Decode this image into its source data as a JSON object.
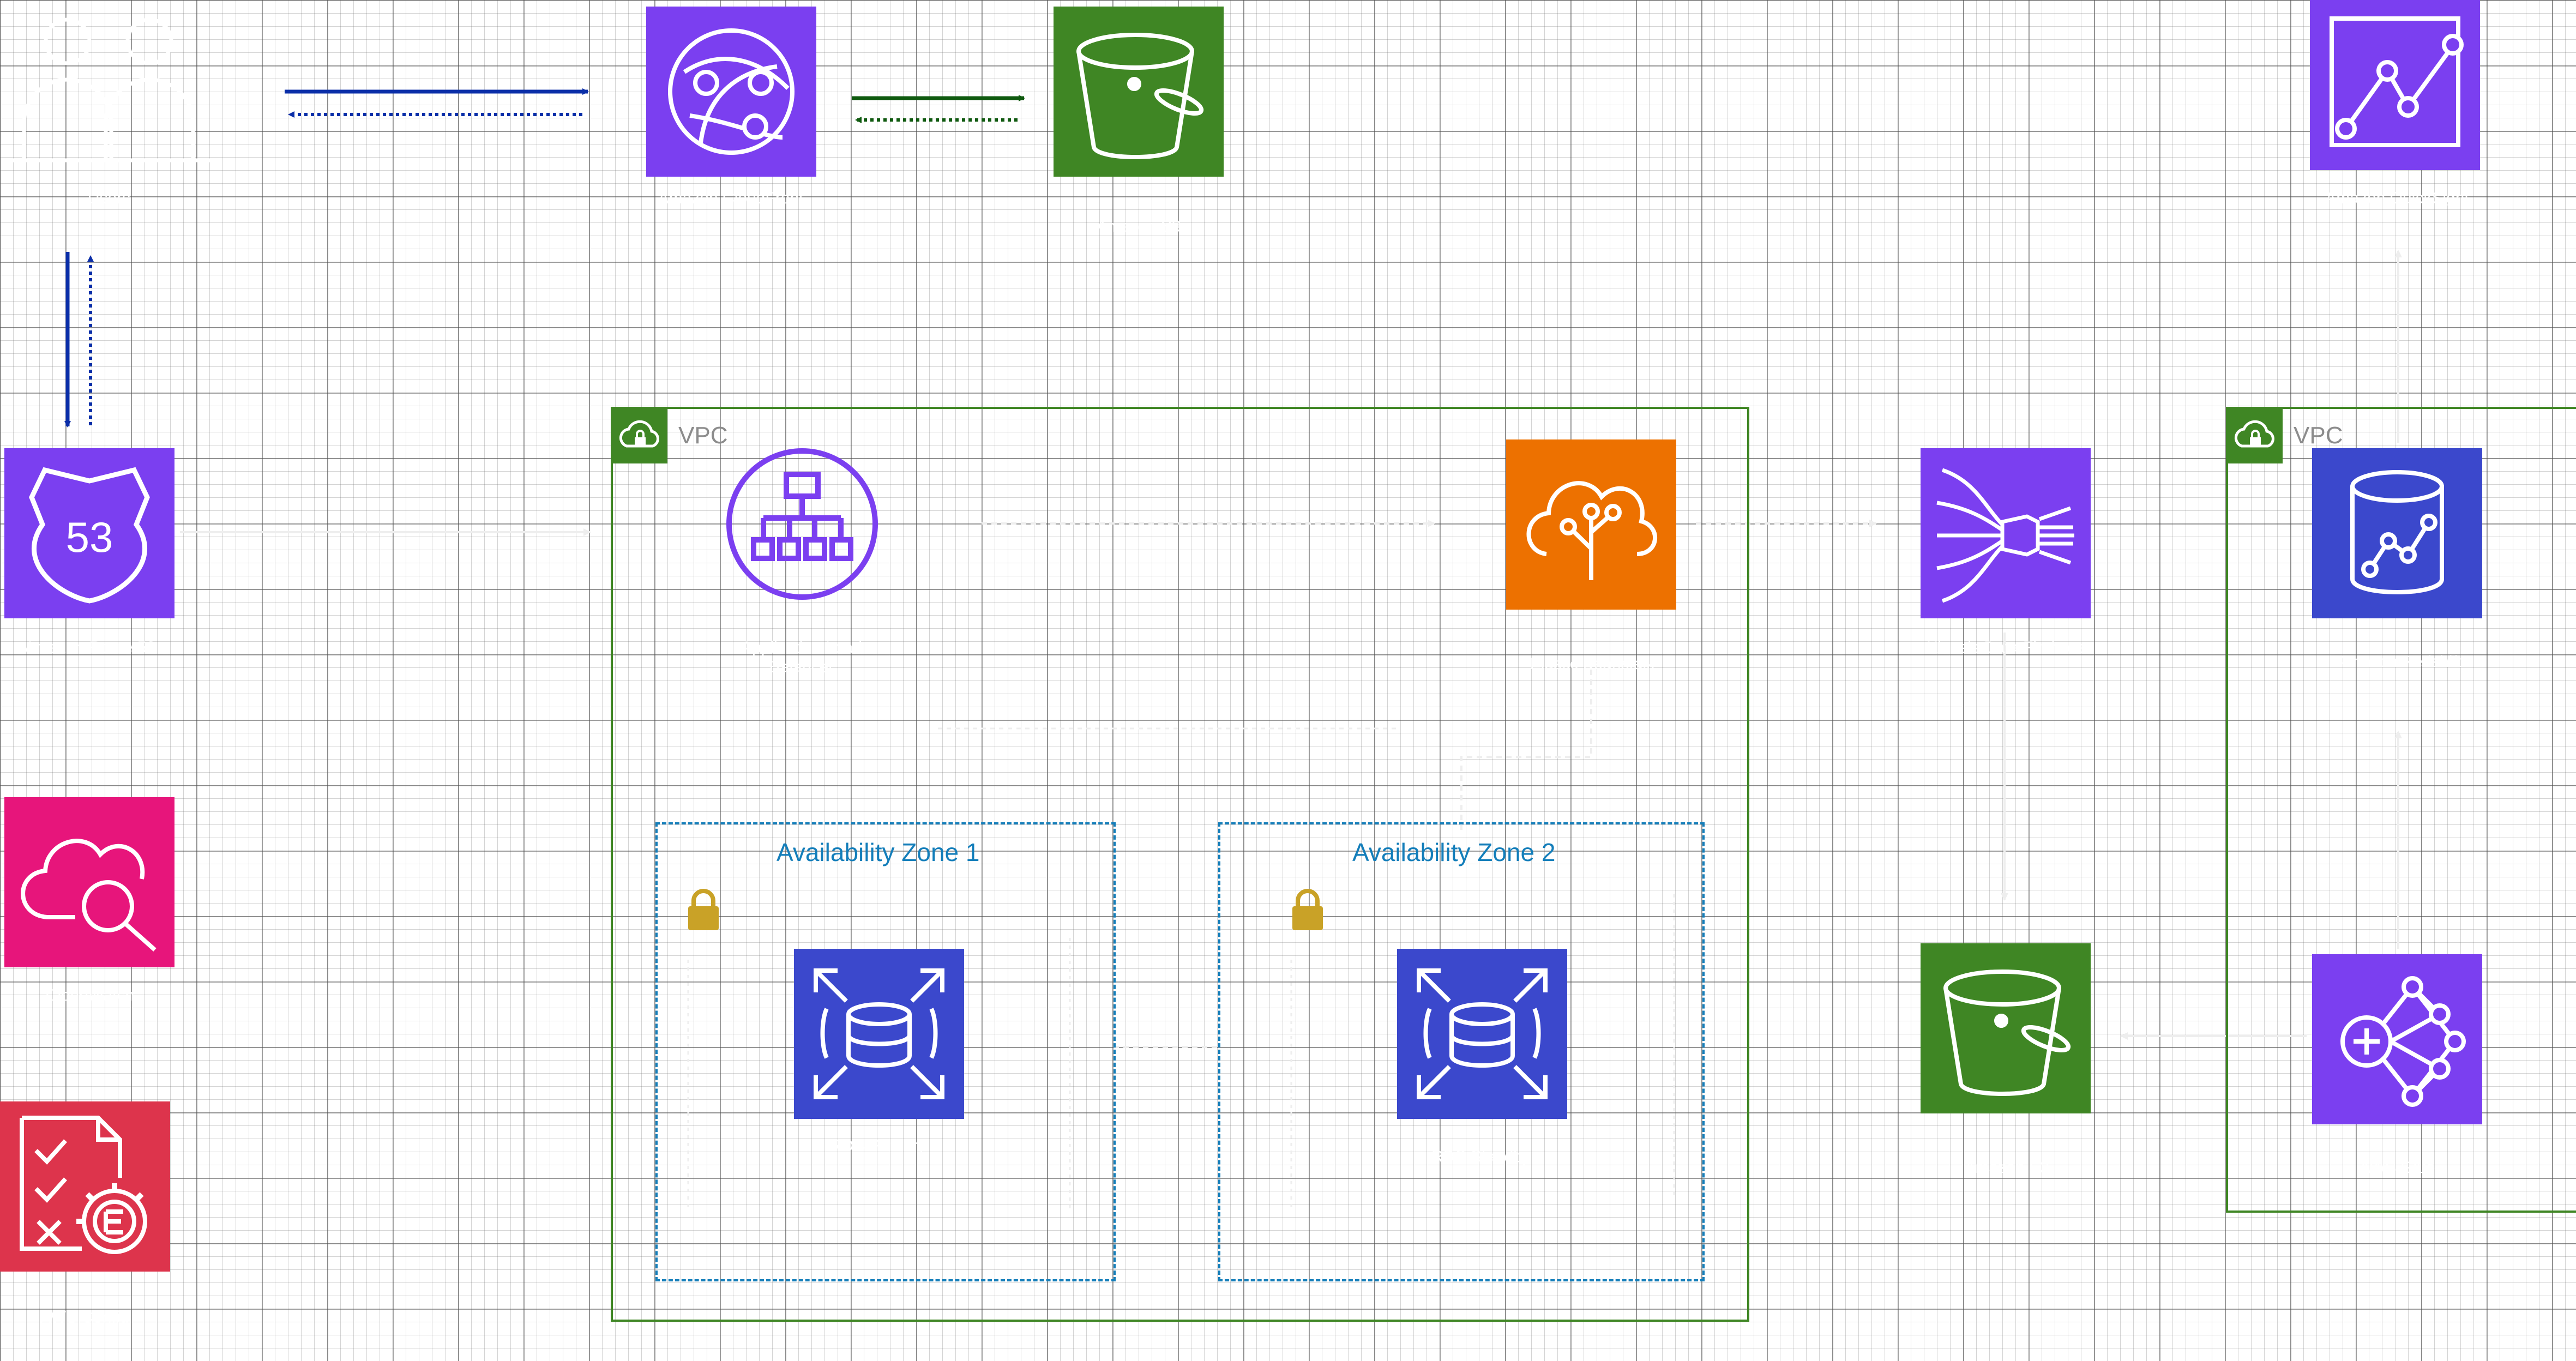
{
  "colors": {
    "purple": "#7b3ff0",
    "green": "#3f8624",
    "orange": "#ed7100",
    "blue": "#3b48cc",
    "pink": "#e7157b",
    "red": "#dd344c",
    "az_blue": "#147eba",
    "arrow_blue": "#0a2ea8",
    "arrow_green": "#0f5a0f"
  },
  "groups": {
    "vpc_main": {
      "title": "VPC"
    },
    "vpc_right": {
      "title": "VPC"
    },
    "az1": {
      "title": "Availability Zone 1"
    },
    "az2": {
      "title": "Availability Zone 2"
    }
  },
  "nodes": [
    {
      "id": "users",
      "icon": "users-icon",
      "label": "Users"
    },
    {
      "id": "cloudfront",
      "icon": "cloudfront-icon",
      "label": "Amazon CloudFront"
    },
    {
      "id": "s3_static",
      "icon": "s3-bucket-icon",
      "label": "Amazon S3"
    },
    {
      "id": "quicksight",
      "icon": "quicksight-icon",
      "label": "Amazon QuickSight"
    },
    {
      "id": "route53",
      "icon": "route53-icon",
      "label": "Amazon Route 53"
    },
    {
      "id": "alb",
      "icon": "load-balancer-icon",
      "label": "Application Load Balancer"
    },
    {
      "id": "beanstalk",
      "icon": "elastic-beanstalk-icon",
      "label": "Elastic Beanstalk"
    },
    {
      "id": "firehose",
      "icon": "kinesis-firehose-icon",
      "label": "Kinesis Data Firehose"
    },
    {
      "id": "redshift",
      "icon": "redshift-icon",
      "label": "Amazon Redshift"
    },
    {
      "id": "cloudwatch",
      "icon": "cloudwatch-icon",
      "label": "CloudWatch"
    },
    {
      "id": "s3_datalake",
      "icon": "s3-bucket-icon",
      "label": "Amazon S3"
    },
    {
      "id": "glue",
      "icon": "glue-icon",
      "label": "AWS Glue"
    },
    {
      "id": "config",
      "icon": "config-icon",
      "label": "AWS Config"
    },
    {
      "id": "rds_primary",
      "icon": "rds-icon",
      "label": "RDS Primary"
    },
    {
      "id": "rds_standby",
      "icon": "rds-icon",
      "label": "RDS Standby"
    }
  ]
}
